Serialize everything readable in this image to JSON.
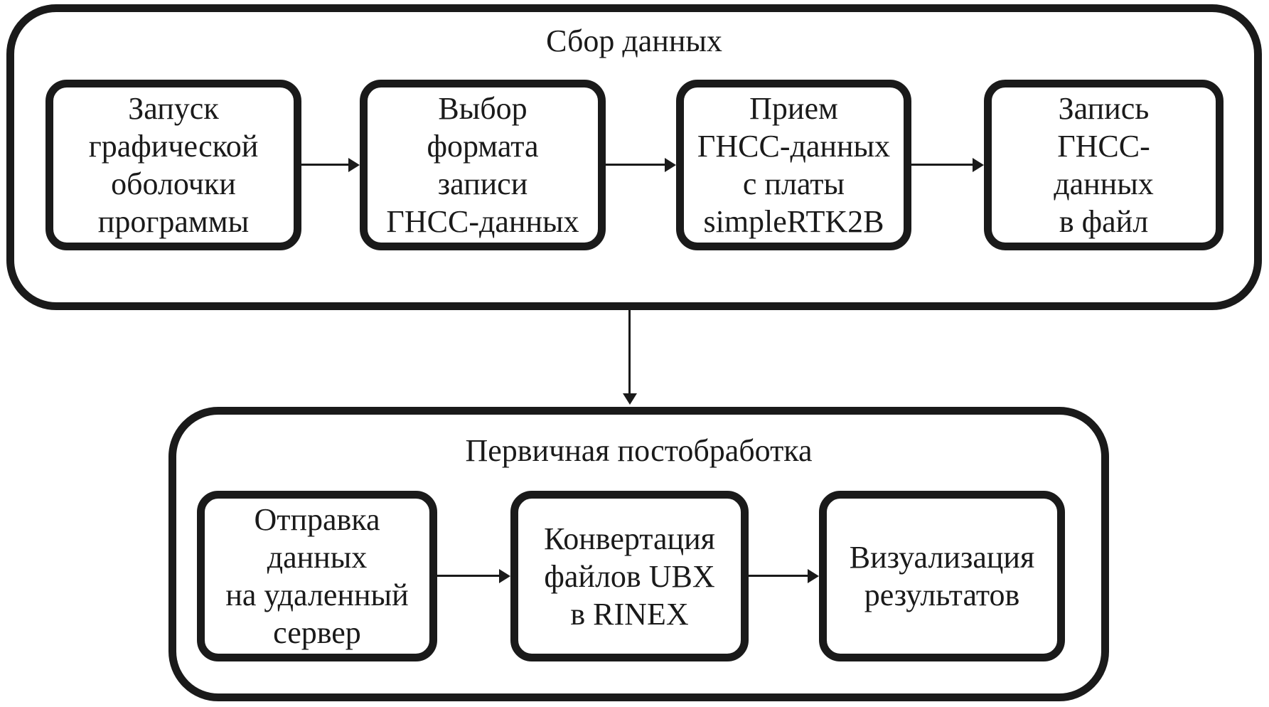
{
  "diagram": {
    "title": "GNSS data processing flowchart",
    "colors": {
      "line": "#1a1a1a",
      "background": "#ffffff",
      "text": "#1a1a1a"
    },
    "icons": {
      "right_arrow": "arrow-right-icon",
      "down_arrow": "arrow-down-icon"
    },
    "sections": [
      {
        "title": "Сбор данных",
        "boxes": [
          {
            "label": "Запуск\nграфической\nоболочки\nпрограммы"
          },
          {
            "label": "Выбор\nформата\nзаписи\nГНСС-данных"
          },
          {
            "label": "Прием\nГНСС-данных\nс платы\nsimpleRTK2B"
          },
          {
            "label": "Запись\nГНСС-\nданных\nв файл"
          }
        ]
      },
      {
        "title": "Первичная постобработка",
        "boxes": [
          {
            "label": "Отправка\nданных\nна удаленный\nсервер"
          },
          {
            "label": "Конвертация\nфайлов UBX\nв RINEX"
          },
          {
            "label": "Визуализация\nрезультатов"
          }
        ]
      }
    ]
  }
}
